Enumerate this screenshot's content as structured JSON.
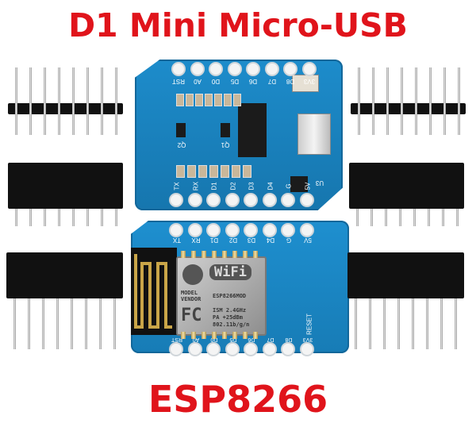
{
  "title": "D1 Mini Micro-USB",
  "subtitle": "ESP8266",
  "top_board": {
    "top_pins": [
      "RST",
      "A0",
      "D0",
      "D5",
      "D6",
      "D7",
      "D8",
      "3V3"
    ],
    "bottom_pins": [
      "TX",
      "RX",
      "D1",
      "D2",
      "D3",
      "D4",
      "G",
      "5V"
    ],
    "component_labels": [
      "Q2",
      "Q1",
      "U3"
    ]
  },
  "bottom_board": {
    "top_pins": [
      "TX",
      "RX",
      "D1",
      "D2",
      "D3",
      "D4",
      "G",
      "5V"
    ],
    "bottom_pins": [
      "RST",
      "A0",
      "D0",
      "D5",
      "D6",
      "D7",
      "D8",
      "3V3"
    ],
    "reset_label": "RESET",
    "module": {
      "wifi": "WiFi",
      "model": "MODEL",
      "vendor": "VENDOR",
      "part": "ESP8266MOD",
      "fc": "FC",
      "ism": "ISM 2.4GHz",
      "pa": "PA +25dBm",
      "std": "802.11b/g/n"
    }
  },
  "colors": {
    "title": "#e0141b",
    "pcb": "#1a7fb8"
  }
}
